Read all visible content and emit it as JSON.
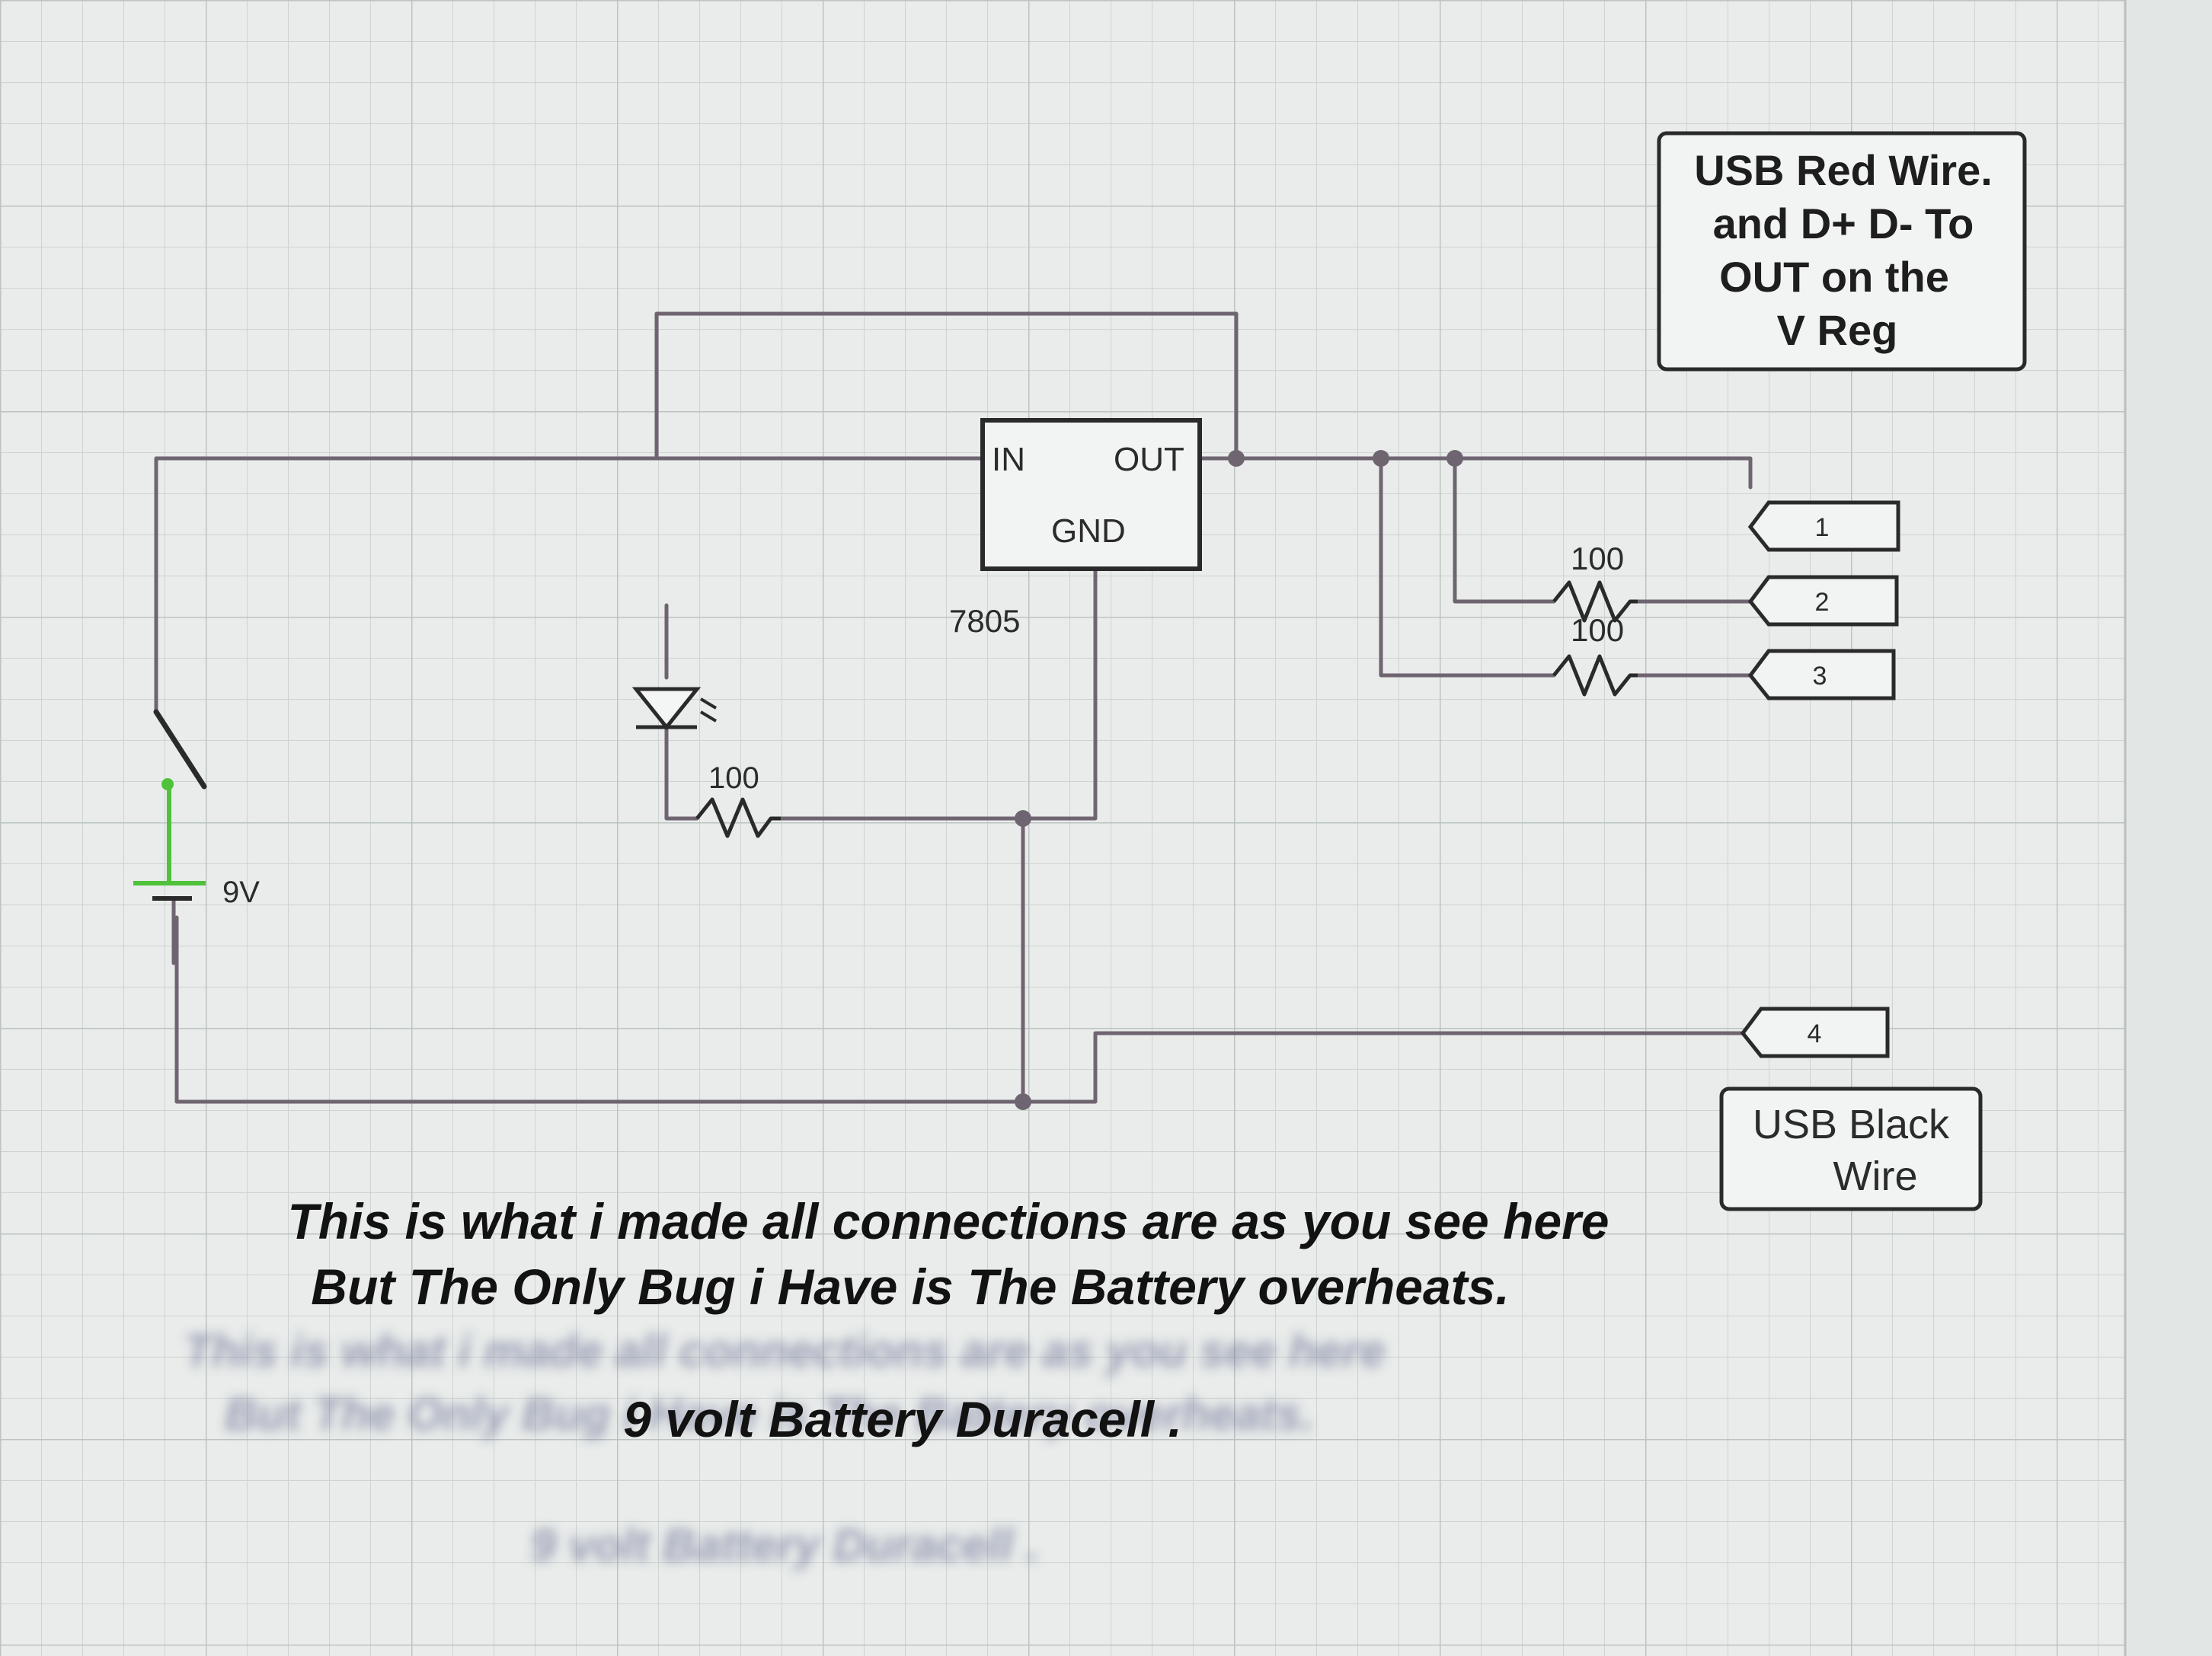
{
  "regulator": {
    "part": "7805",
    "pin_in": "IN",
    "pin_out": "OUT",
    "pin_gnd": "GND"
  },
  "battery": {
    "label": "9V"
  },
  "led_resistor": {
    "value": "100"
  },
  "data_resistors": [
    {
      "value": "100"
    },
    {
      "value": "100"
    }
  ],
  "connector_pins": [
    "1",
    "2",
    "3",
    "4"
  ],
  "notes": {
    "red_wire": [
      "USB Red Wire.",
      "and D+ D- To",
      "OUT on the",
      "V Reg"
    ],
    "black_wire": [
      "USB Black",
      "Wire"
    ]
  },
  "caption": {
    "line1": "This is what i made all connections are  as you see here",
    "line2": "But The Only Bug i Have is The Battery overheats.",
    "line3": "9 volt Battery Duracell ."
  },
  "colors": {
    "background": "#e9ecea",
    "grid": "#c9cfcc",
    "wire": "#6f6571",
    "battery_positive": "#4fc23a",
    "component": "#2a2a2a"
  }
}
